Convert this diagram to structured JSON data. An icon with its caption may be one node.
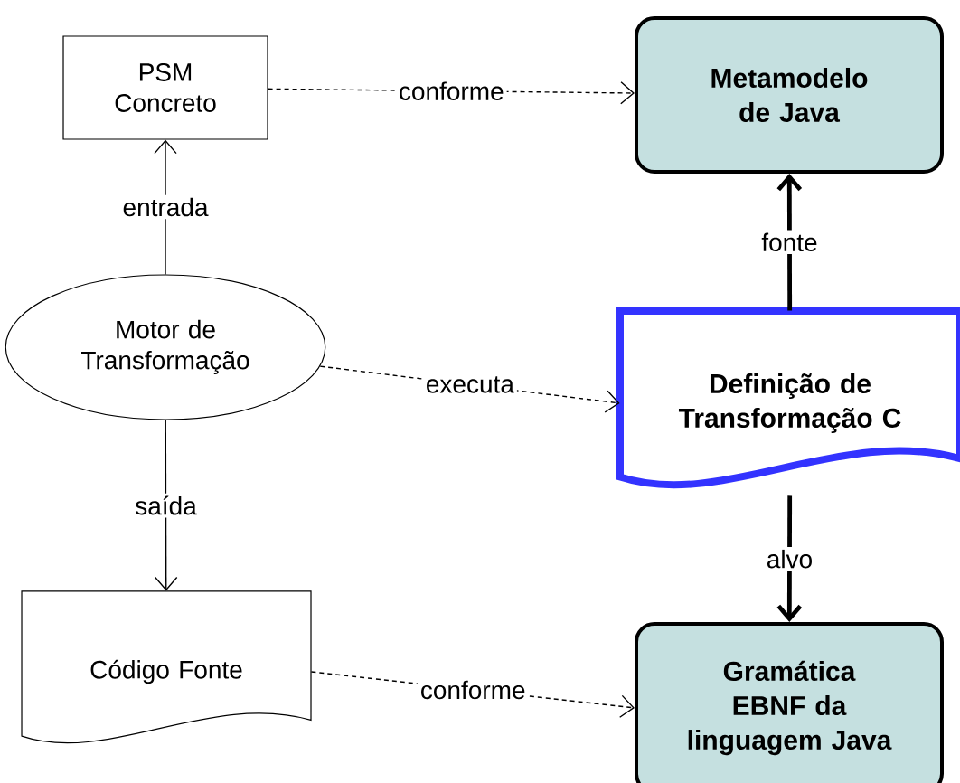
{
  "diagram": {
    "nodes": [
      {
        "text": [
          "PSM Concreto"
        ]
      },
      {
        "text": [
          "Metamodelo de Java"
        ]
      },
      {
        "text": [
          "Motor de Transformação"
        ]
      },
      {
        "text": [
          "Definição de Transformação C"
        ]
      },
      {
        "text": [
          "Código Fonte"
        ]
      },
      {
        "text": [
          "Gramática EBNF da linguagem Java"
        ]
      }
    ],
    "edges": [
      {
        "from": 0,
        "to": 1,
        "arrow": "to",
        "label": "conforme",
        "style": "dashed"
      },
      {
        "from": 2,
        "to": 0,
        "arrow": "to",
        "label": "entrada"
      },
      {
        "from": 3,
        "to": 1,
        "arrow": "to",
        "label": "fonte",
        "style": "thick"
      },
      {
        "from": 2,
        "to": 3,
        "arrow": "to",
        "label": "executa",
        "style": "dashed"
      },
      {
        "from": 2,
        "to": 4,
        "arrow": "to",
        "label": "saída"
      },
      {
        "from": 3,
        "to": 5,
        "arrow": "to",
        "label": "alvo",
        "style": "thick"
      },
      {
        "from": 4,
        "to": 5,
        "arrow": "to",
        "label": "conforme",
        "style": "dashed"
      }
    ]
  }
}
